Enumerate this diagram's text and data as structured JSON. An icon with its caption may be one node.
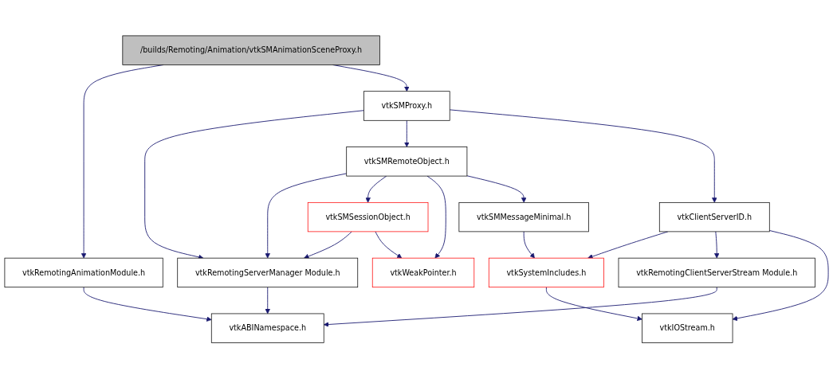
{
  "diagram": {
    "nodes": [
      {
        "text": [
          "/builds/Remoting/Animation/vtkSMAnimationSceneProxy.h"
        ]
      },
      {
        "text": [
          "vtkSMProxy.h"
        ]
      },
      {
        "text": [
          "vtkRemotingAnimationModule.h"
        ]
      },
      {
        "text": [
          "vtkSMRemoteObject.h"
        ]
      },
      {
        "text": [
          "vtkClientServerID.h"
        ]
      },
      {
        "text": [
          "vtkSMSessionObject.h"
        ]
      },
      {
        "text": [
          "vtkSMMessageMinimal.h"
        ]
      },
      {
        "text": [
          "vtkRemotingServerManager Module.h"
        ]
      },
      {
        "text": [
          "vtkWeakPointer.h"
        ]
      },
      {
        "text": [
          "vtkSystemIncludes.h"
        ]
      },
      {
        "text": [
          "vtkRemotingClientServerStream Module.h"
        ]
      },
      {
        "text": [
          "vtkABINamespace.h"
        ]
      },
      {
        "text": [
          "vtkIOStream.h"
        ]
      }
    ],
    "edges": [
      {
        "from": 0,
        "to": 2,
        "arrow": "to"
      },
      {
        "from": 0,
        "to": 1,
        "arrow": "to"
      },
      {
        "from": 1,
        "to": 7,
        "arrow": "to"
      },
      {
        "from": 1,
        "to": 3,
        "arrow": "to"
      },
      {
        "from": 1,
        "to": 4,
        "arrow": "to"
      },
      {
        "from": 2,
        "to": 11,
        "arrow": "to"
      },
      {
        "from": 3,
        "to": 7,
        "arrow": "to"
      },
      {
        "from": 3,
        "to": 5,
        "arrow": "to"
      },
      {
        "from": 3,
        "to": 8,
        "arrow": "to"
      },
      {
        "from": 3,
        "to": 6,
        "arrow": "to"
      },
      {
        "from": 5,
        "to": 7,
        "arrow": "to"
      },
      {
        "from": 5,
        "to": 8,
        "arrow": "to"
      },
      {
        "from": 6,
        "to": 9,
        "arrow": "to"
      },
      {
        "from": 4,
        "to": 9,
        "arrow": "to"
      },
      {
        "from": 4,
        "to": 10,
        "arrow": "to"
      },
      {
        "from": 4,
        "to": 12,
        "arrow": "to"
      },
      {
        "from": 7,
        "to": 11,
        "arrow": "to"
      },
      {
        "from": 9,
        "to": 12,
        "arrow": "to"
      },
      {
        "from": 10,
        "to": 11,
        "arrow": "to"
      }
    ]
  }
}
